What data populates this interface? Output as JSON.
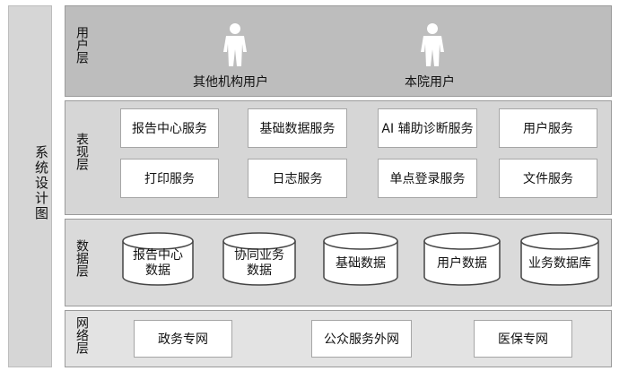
{
  "side_label": "系统设计图",
  "layers": {
    "user": {
      "label": "用户层",
      "users": [
        "其他机构用户",
        "本院用户"
      ]
    },
    "presentation": {
      "label": "表现层",
      "services": [
        "报告中心服务",
        "基础数据服务",
        "AI 辅助诊断服务",
        "用户服务",
        "打印服务",
        "日志服务",
        "单点登录服务",
        "文件服务"
      ]
    },
    "data": {
      "label": "数据层",
      "stores": [
        [
          "报告中心",
          "数据"
        ],
        [
          "协同业务",
          "数据"
        ],
        [
          "基础数据"
        ],
        [
          "用户数据"
        ],
        [
          "业务数据库"
        ]
      ]
    },
    "network": {
      "label": "网络层",
      "networks": [
        "政务专网",
        "公众服务外网",
        "医保专网"
      ]
    }
  },
  "icons": {
    "person": "person-icon",
    "database": "database-cylinder-icon"
  }
}
